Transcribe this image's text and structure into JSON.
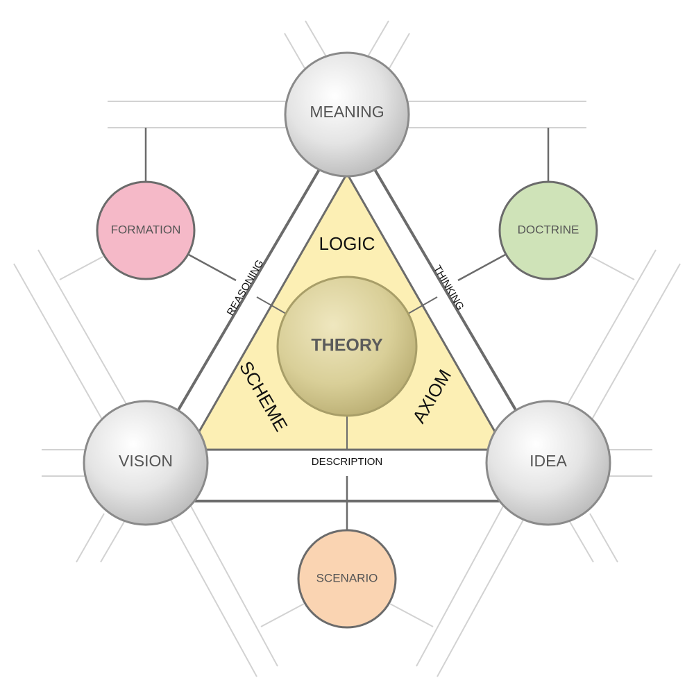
{
  "colors": {
    "grey_node": "#e6e6e6",
    "center_node": "#d6cc94",
    "triangle_fill": "#fcefb4",
    "formation": "#f5b9c8",
    "doctrine": "#cfe3b8",
    "scenario": "#fad4b2",
    "outline": "#6b6b6b"
  },
  "nodes": {
    "meaning": "MEANING",
    "vision": "VISION",
    "idea": "IDEA",
    "theory": "THEORY",
    "formation": "FORMATION",
    "doctrine": "DOCTRINE",
    "scenario": "SCENARIO"
  },
  "sections": {
    "logic": "LOGIC",
    "scheme": "SCHEME",
    "axiom": "AXIOM"
  },
  "edges": {
    "reasoning": "REASONING",
    "thinking": "THINKING",
    "description": "DESCRIPTION"
  }
}
